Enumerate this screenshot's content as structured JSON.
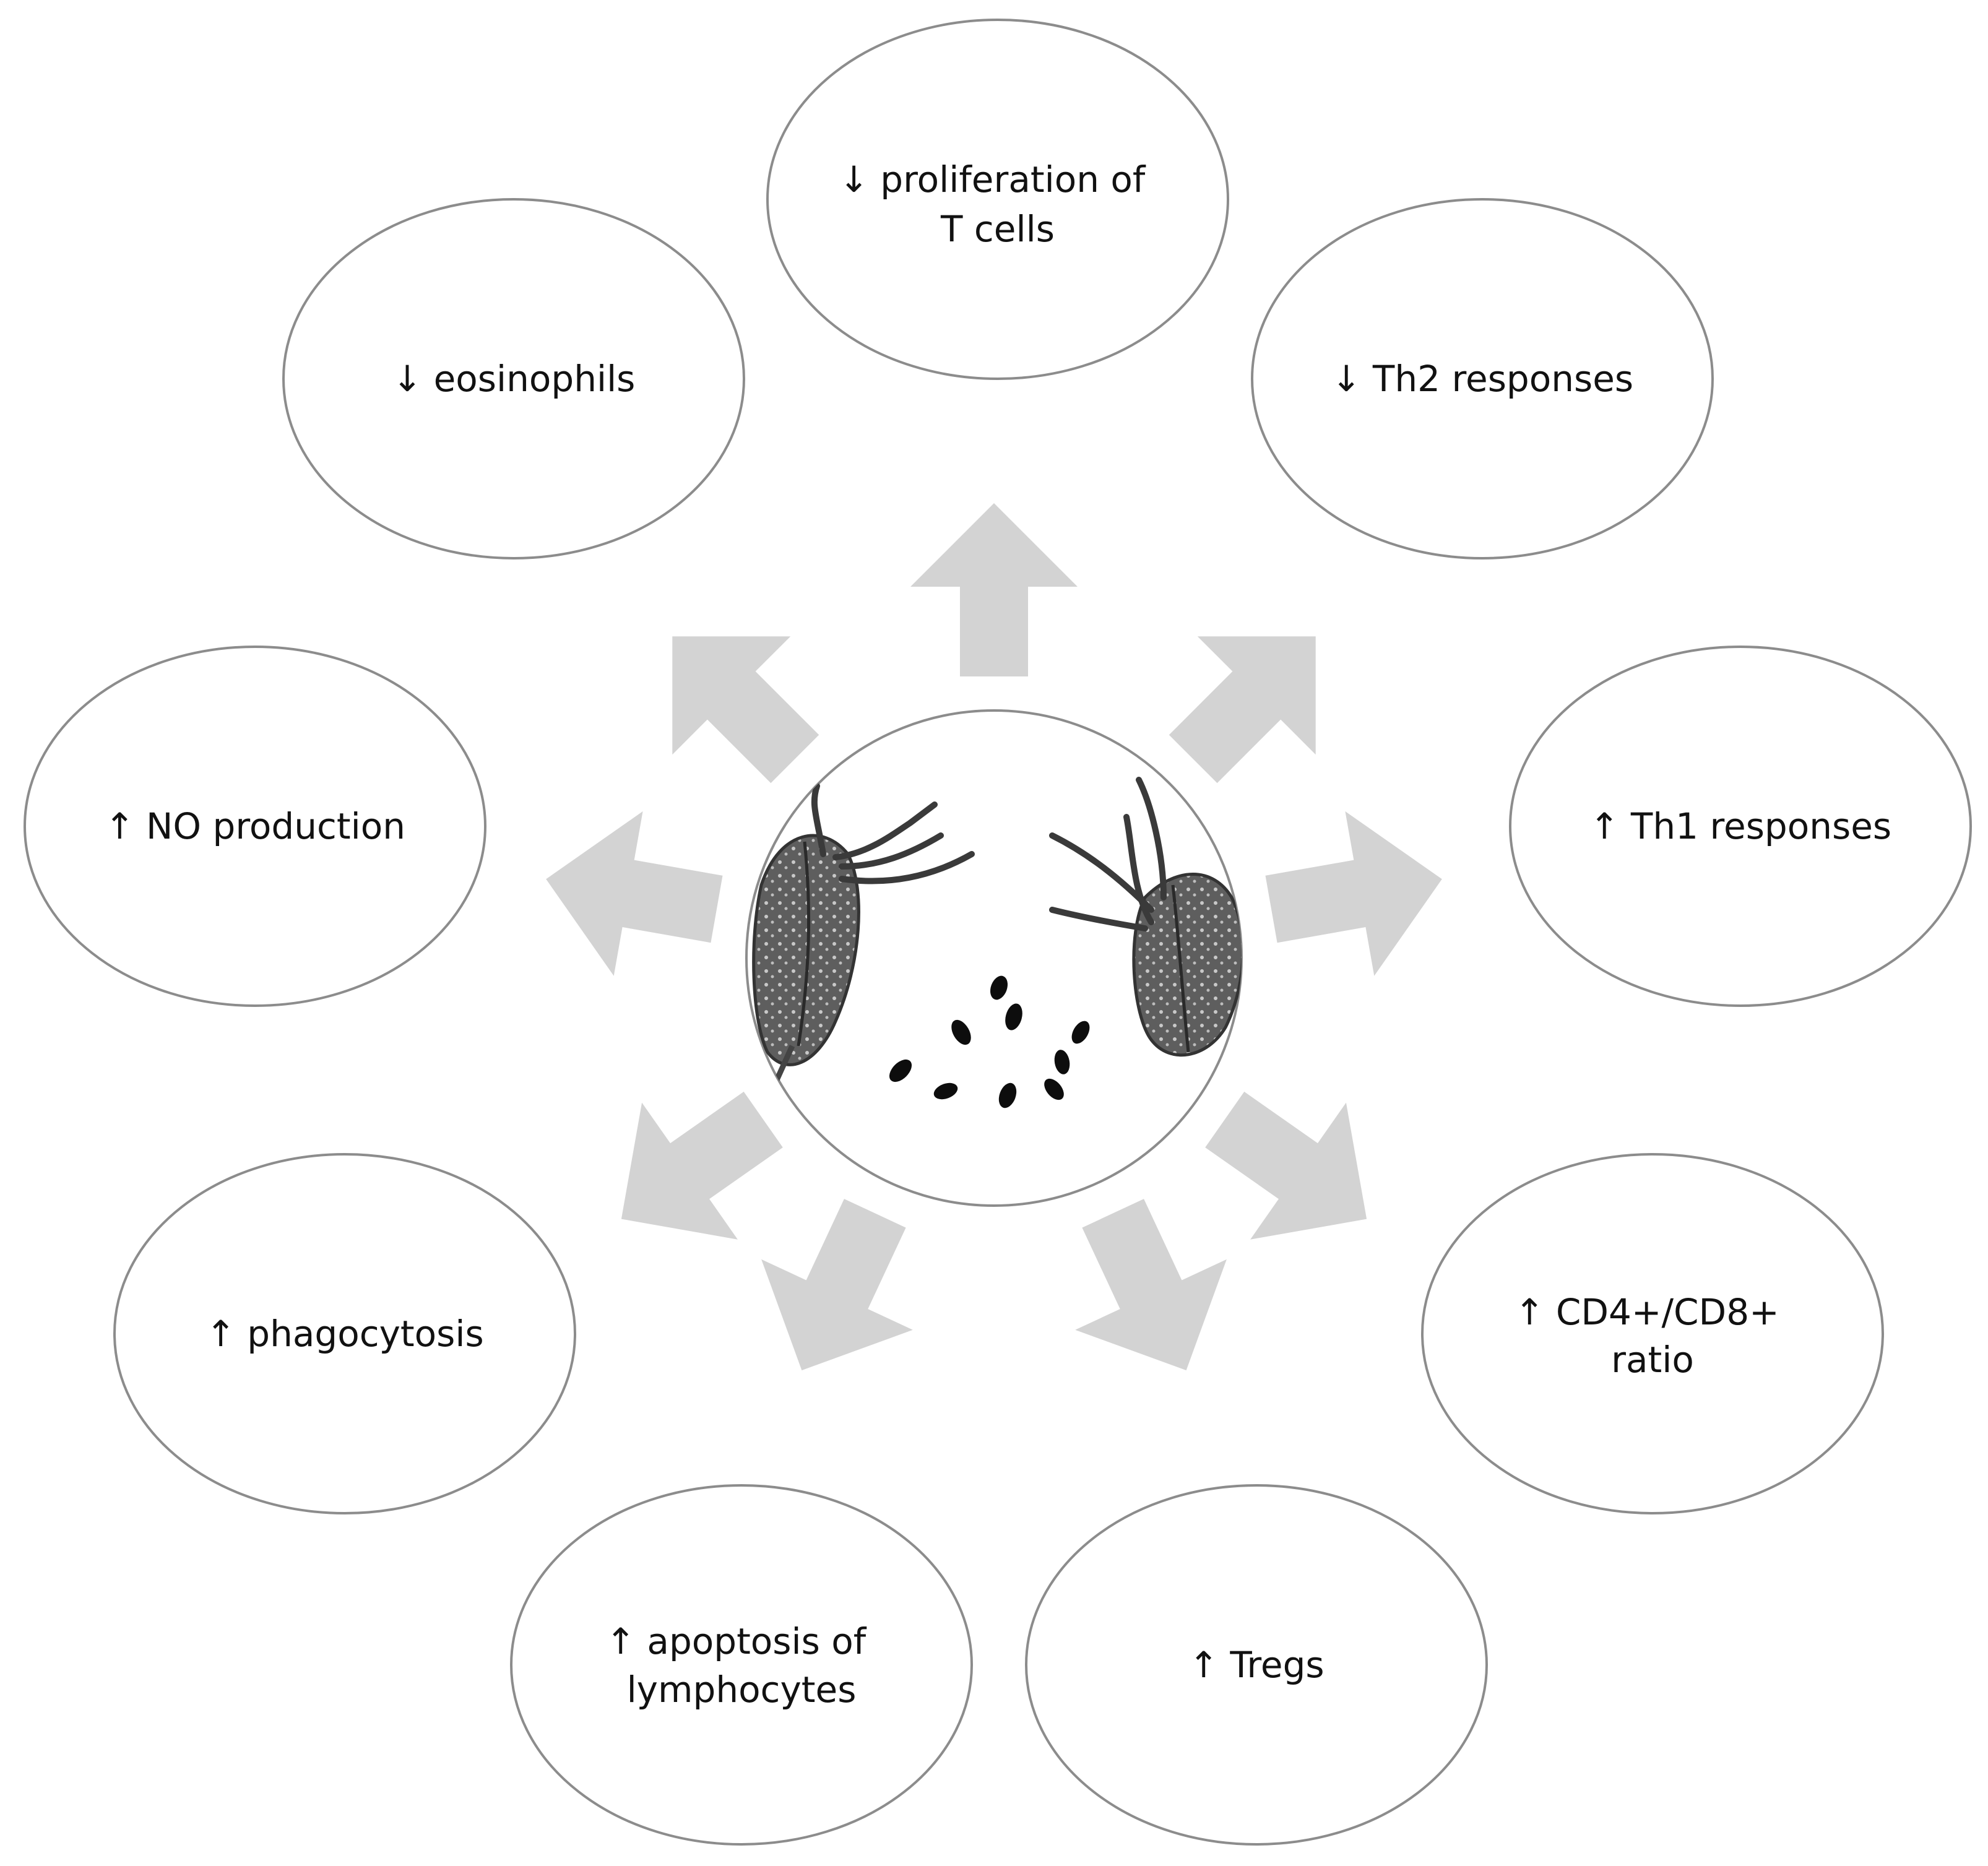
{
  "colors": {
    "background": "#ffffff",
    "ellipse_stroke": "#8c8c8c",
    "arrow_fill": "#d3d3d3",
    "text": "#111111",
    "fruit_body": "#5a5a5a",
    "seed": "#0d0d0d"
  },
  "center": {
    "image": "plant-fruits-and-seeds-photo"
  },
  "effects": [
    {
      "lines": [
        "↓ proliferation of",
        "T cells"
      ]
    },
    {
      "lines": [
        "↓ Th2 responses"
      ]
    },
    {
      "lines": [
        "↑ Th1 responses"
      ]
    },
    {
      "lines": [
        "↑ CD4+/CD8+",
        "ratio"
      ]
    },
    {
      "lines": [
        "↑ Tregs"
      ]
    },
    {
      "lines": [
        "↑ apoptosis of",
        "lymphocytes"
      ]
    },
    {
      "lines": [
        "↑ phagocytosis"
      ]
    },
    {
      "lines": [
        "↑ NO production"
      ]
    },
    {
      "lines": [
        "↓ eosinophils"
      ]
    }
  ]
}
